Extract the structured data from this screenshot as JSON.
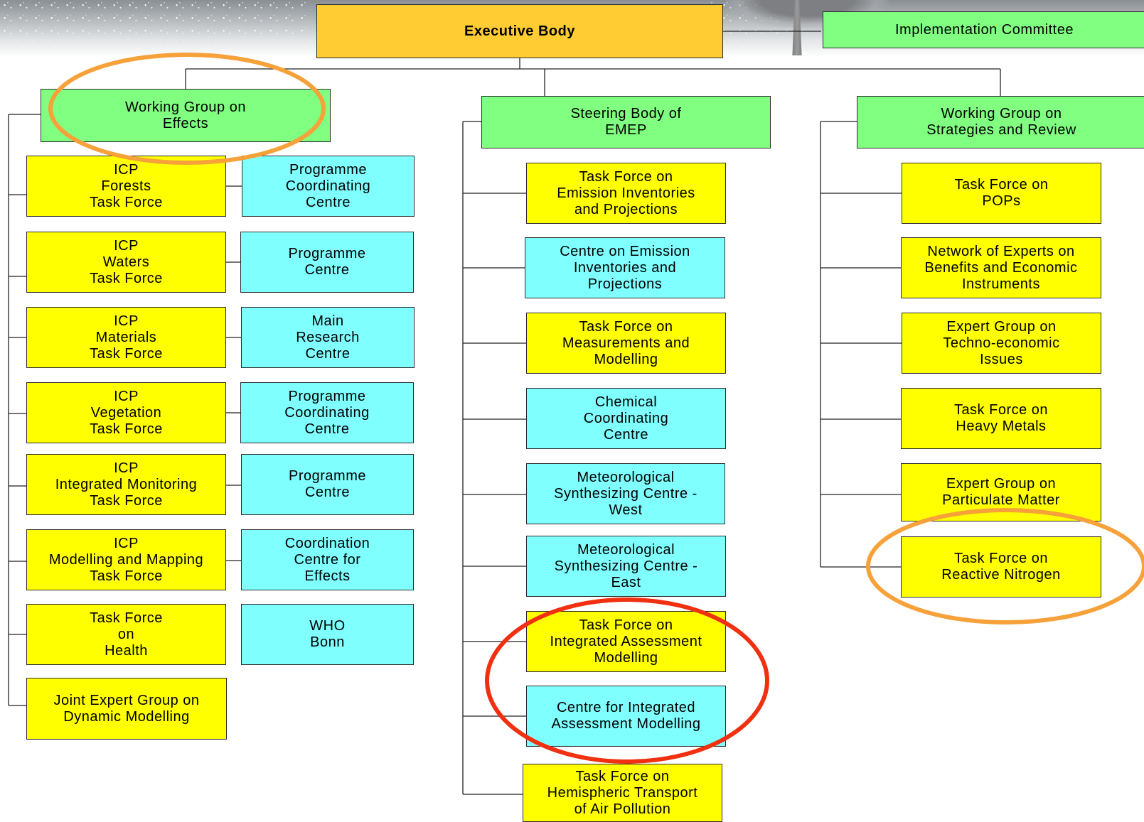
{
  "top": {
    "executive_body": "Executive Body",
    "implementation_committee": "Implementation Committee"
  },
  "effects": {
    "title": "Working Group on\nEffects",
    "task_forces": [
      "ICP\nForests\nTask Force",
      "ICP\nWaters\nTask Force",
      "ICP\nMaterials\nTask Force",
      "ICP\nVegetation\nTask Force",
      "ICP\nIntegrated Monitoring\nTask Force",
      "ICP\nModelling and Mapping\nTask Force",
      "Task Force\non\nHealth",
      "Joint Expert Group on\nDynamic Modelling"
    ],
    "centres": [
      "Programme\nCoordinating\nCentre",
      "Programme\nCentre",
      "Main\nResearch\nCentre",
      "Programme\nCoordinating\nCentre",
      "Programme\nCentre",
      "Coordination\nCentre for\nEffects",
      "WHO\nBonn"
    ]
  },
  "emep": {
    "title": "Steering Body of\nEMEP",
    "items": [
      "Task Force on\nEmission Inventories\nand Projections",
      "Centre on Emission\nInventories and\nProjections",
      "Task Force on\nMeasurements and\nModelling",
      "Chemical\nCoordinating\nCentre",
      "Meteorological\nSynthesizing Centre -\nWest",
      "Meteorological\nSynthesizing Centre -\nEast",
      "Task Force on\nIntegrated Assessment\nModelling",
      "Centre for Integrated\nAssessment Modelling",
      "Task Force on\nHemispheric Transport\nof Air Pollution"
    ]
  },
  "strategies": {
    "title": "Working Group on\nStrategies and Review",
    "items": [
      "Task Force on\nPOPs",
      "Network of Experts on\nBenefits and Economic\nInstruments",
      "Expert Group on\nTechno-economic\nIssues",
      "Task Force on\nHeavy Metals",
      "Expert Group on\nParticulate Matter",
      "Task Force on\nReactive Nitrogen"
    ]
  },
  "colors": {
    "executive": "#ffcc33",
    "working_group": "#80ff80",
    "task_force": "#ffff00",
    "centre": "#80ffff",
    "highlight_orange": "#f7a13a",
    "highlight_red": "#f03010"
  }
}
